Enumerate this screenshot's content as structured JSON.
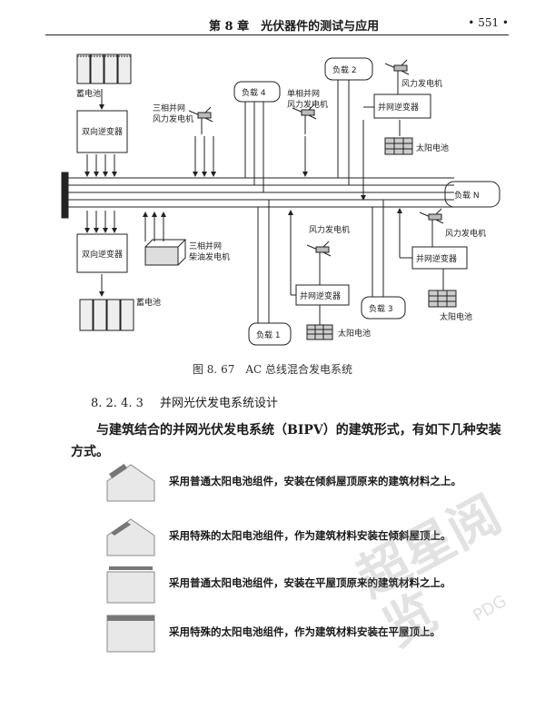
{
  "header": {
    "chapter": "第 8 章　光伏器件的测试与应用",
    "page": "• 551 •"
  },
  "diagram": {
    "labels": {
      "battery_top": "蓄电池",
      "battery_bottom": "蓄电池",
      "bidir_inverter_top": "双向逆变器",
      "bidir_inverter_bottom": "双向逆变器",
      "three_phase_wind_1": "三相并网",
      "three_phase_wind_2": "风力发电机",
      "load_4": "负载 4",
      "single_phase_wind_1": "单相并网",
      "single_phase_wind_2": "风力发电机",
      "load_2": "负载 2",
      "wind_top": "风力发电机",
      "grid_inverter_top": "并网逆变器",
      "solar_top": "太阳电池",
      "load_n": "负载 N",
      "wind_right": "风力发电机",
      "grid_inverter_right": "并网逆变器",
      "solar_right": "太阳电池",
      "diesel_1": "三相并网",
      "diesel_2": "柴油发电机",
      "wind_mid": "风力发电机",
      "grid_inverter_mid": "并网逆变器",
      "load_3": "负载 3",
      "load_1": "负载 1",
      "solar_mid": "太阳电池"
    }
  },
  "caption": "图 8. 67　AC 总线混合发电系统",
  "section": {
    "number": "8. 2. 4. 3",
    "title": "并网光伏发电系统设计"
  },
  "paragraph": "与建筑结合的并网光伏发电系统（BIPV）的建筑形式，有如下几种安装方式。",
  "options": [
    "采用普通太阳电池组件，安装在倾斜屋顶原来的建筑材料之上。",
    "采用特殊的太阳电池组件，作为建筑材料安装在倾斜屋顶上。",
    "采用普通太阳电池组件，安装在平屋顶原来的建筑材料之上。",
    "采用特殊的太阳电池组件，作为建筑材料安装在平屋顶上。"
  ],
  "watermark": {
    "cn": "超星阅览",
    "en": "PDG"
  }
}
